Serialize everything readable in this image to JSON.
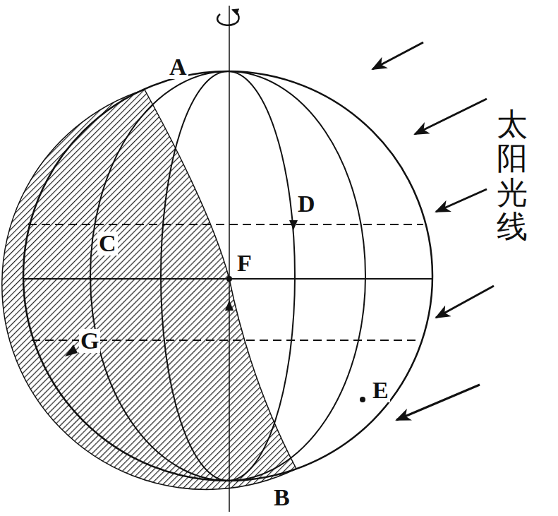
{
  "diagram": {
    "labels": [
      "A",
      "D",
      "C",
      "F",
      "G",
      "E",
      "B",
      "太阳光线"
    ]
  }
}
